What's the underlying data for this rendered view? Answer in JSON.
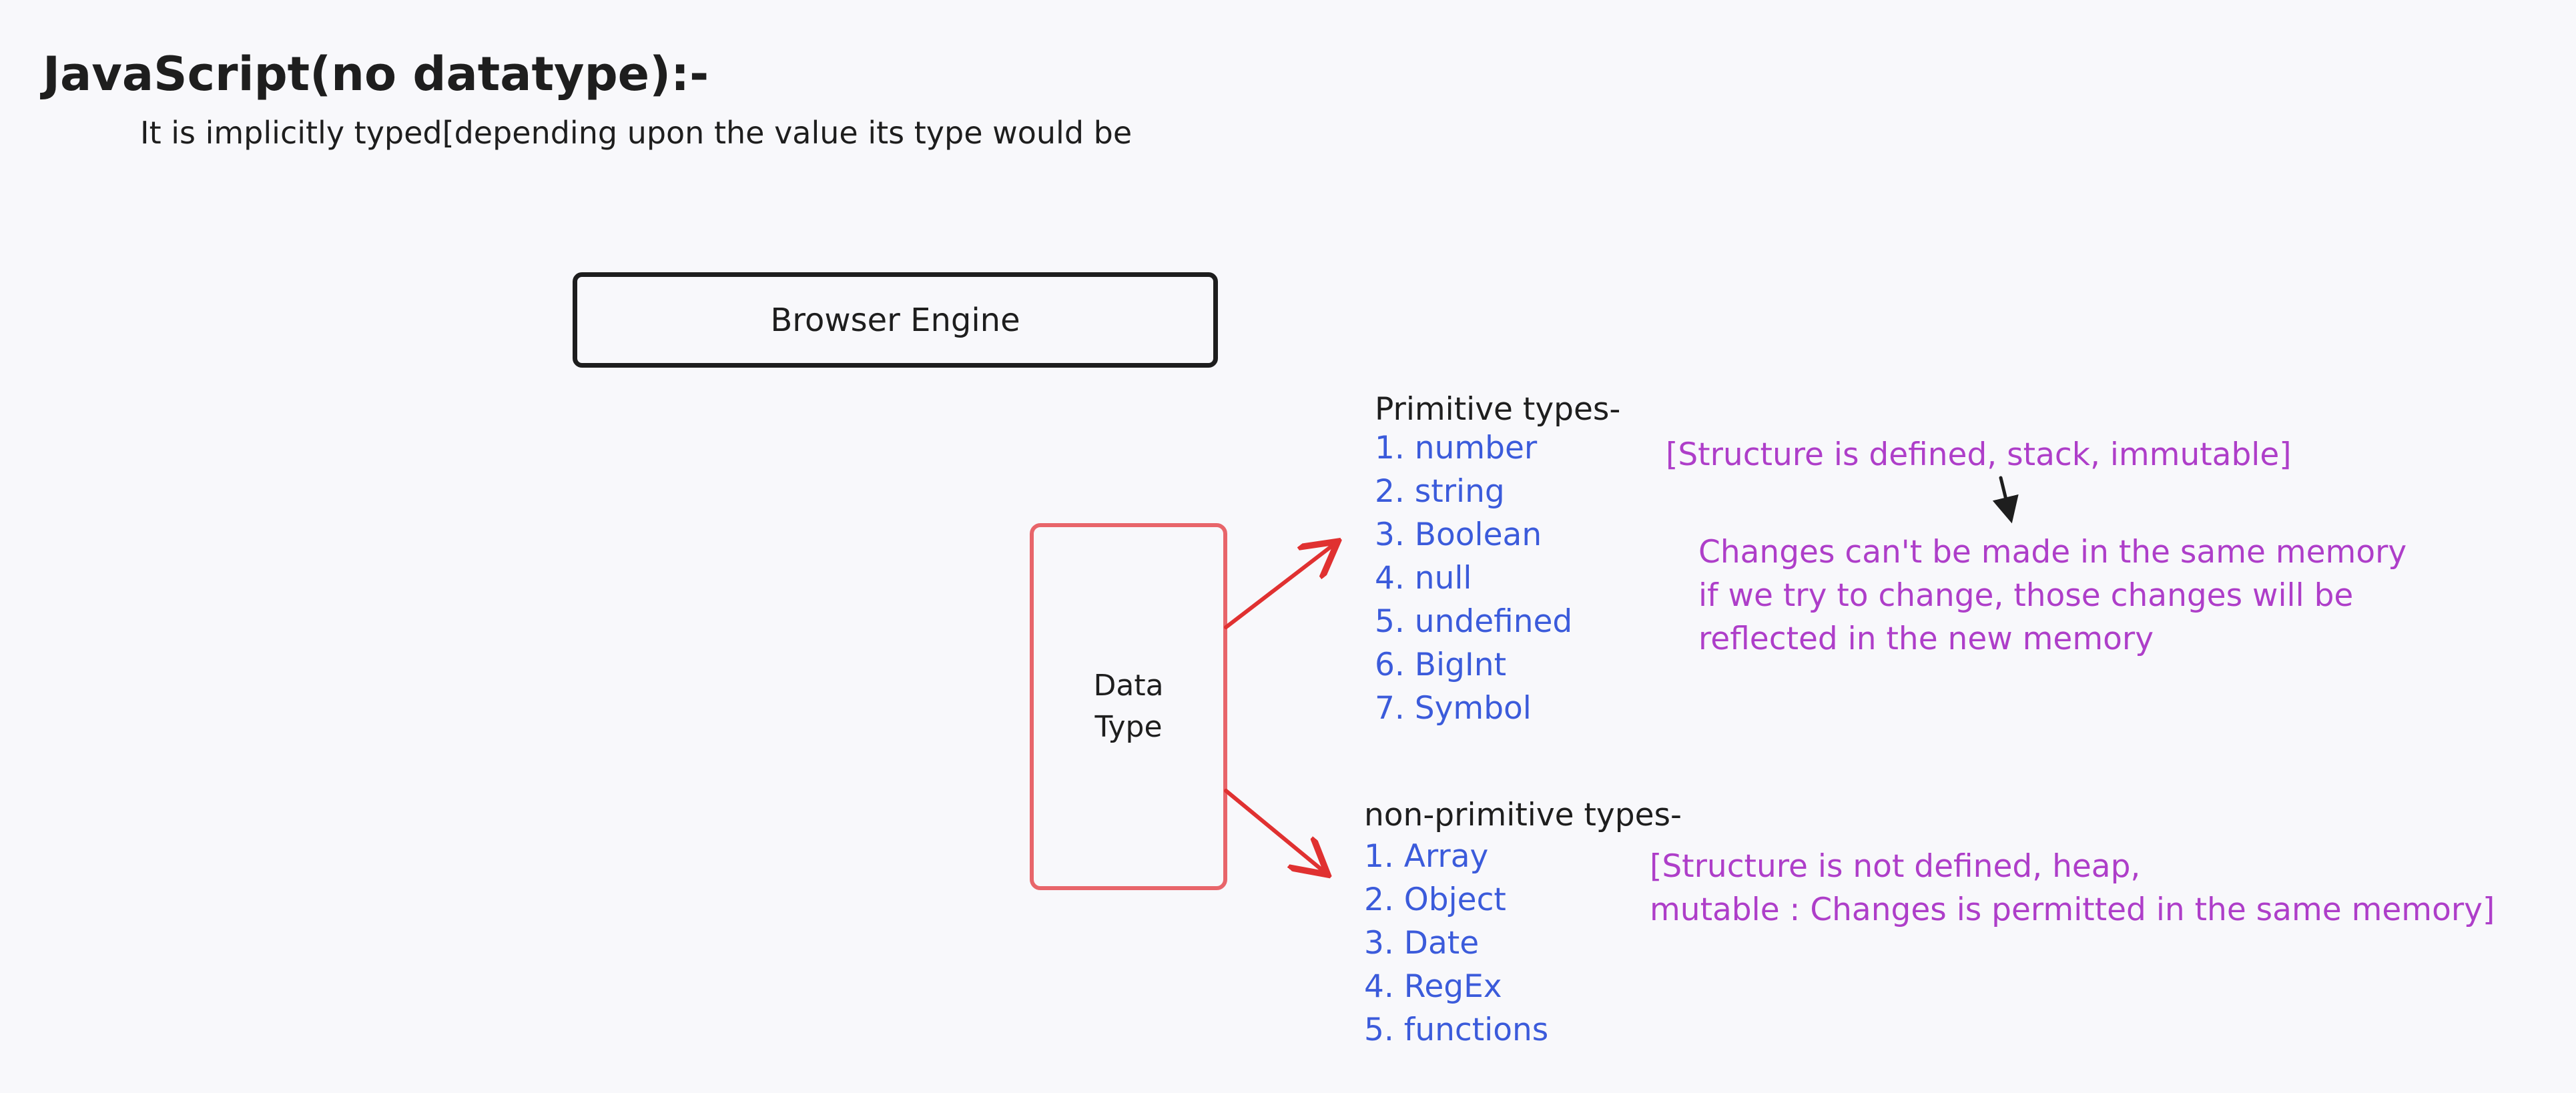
{
  "header": {
    "title": "JavaScript(no datatype):-",
    "subtitle": "It is implicitly typed[depending upon the value its type would be"
  },
  "boxes": {
    "browser_engine": "Browser Engine",
    "data_type": "Data\nType"
  },
  "primitive": {
    "heading": "Primitive types-",
    "items": [
      "1. number",
      "2. string",
      "3. Boolean",
      "4. null",
      "5. undefined",
      "6. BigInt",
      "7. Symbol"
    ],
    "note": "[Structure is defined, stack, immutable]",
    "explanation": [
      "Changes can't be made in the same memory",
      "if we try to change, those changes will be",
      "reflected in the new memory"
    ]
  },
  "non_primitive": {
    "heading": "non-primitive types-",
    "items": [
      "1. Array",
      "2. Object",
      "3. Date",
      "4. RegEx",
      "5. functions"
    ],
    "note": [
      "[Structure is not defined, heap,",
      "mutable : Changes is permitted in the same memory]"
    ]
  },
  "colors": {
    "ink": "#1e1e1e",
    "blue": "#3b5bdb",
    "purple": "#ae3ec9",
    "red_arrow": "#e03131",
    "data_type_border": "#e8656a",
    "background": "#f8f8fb"
  }
}
